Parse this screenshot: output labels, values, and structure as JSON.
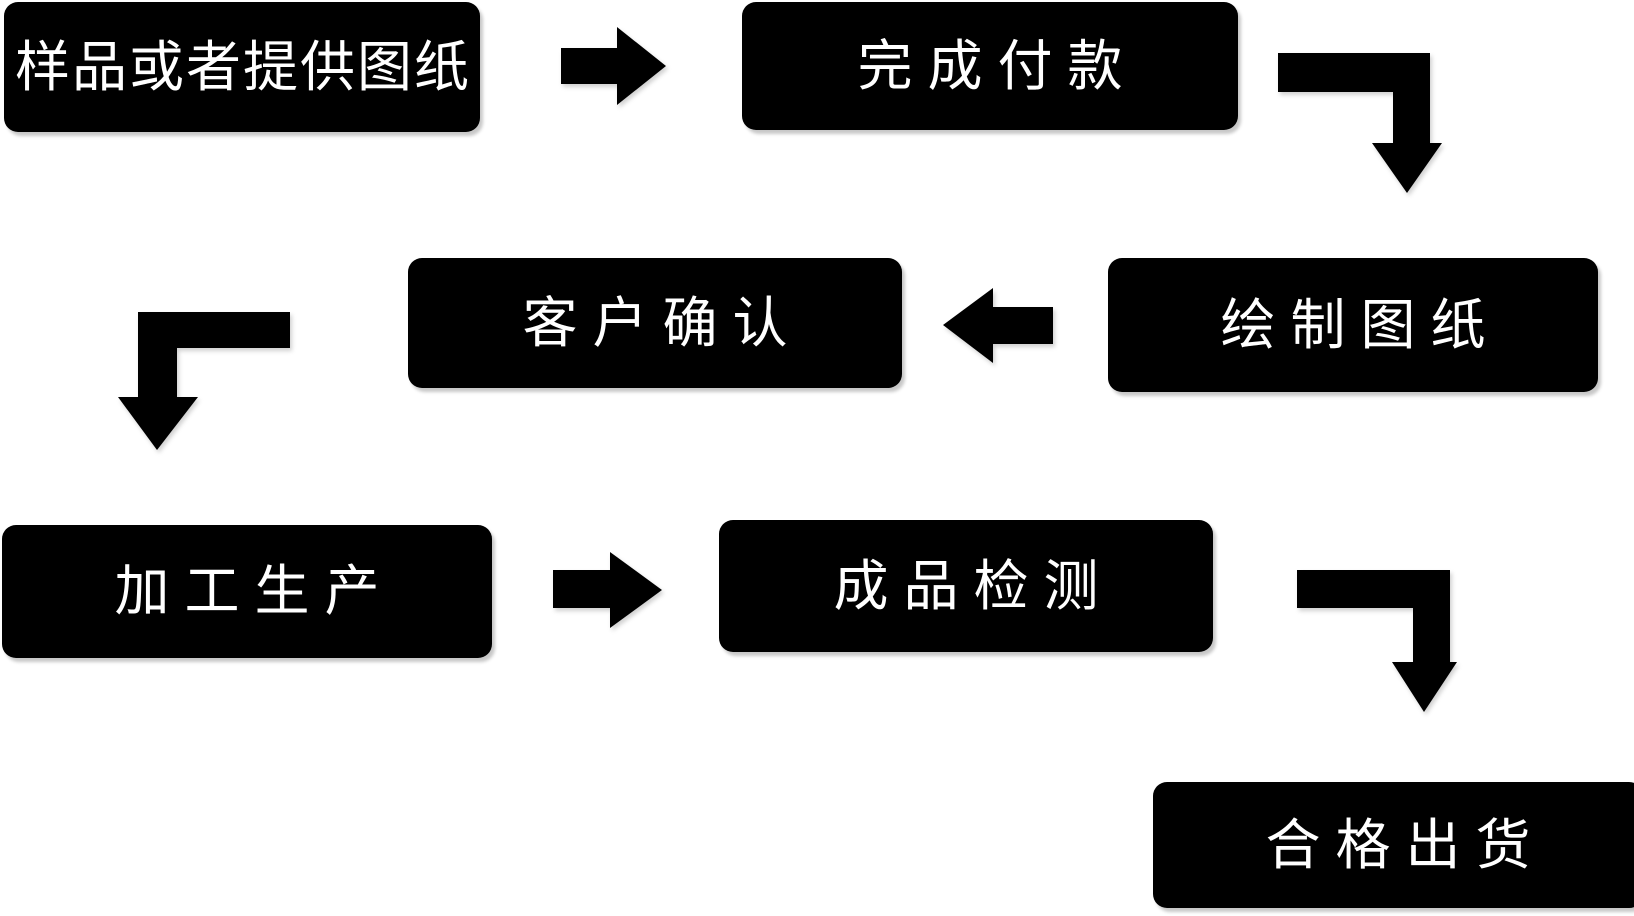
{
  "flowchart": {
    "type": "flowchart",
    "colors": {
      "background": "#ffffff",
      "node_fill": "#000000",
      "node_text": "#ffffff",
      "arrow": "#000000"
    },
    "nodes": [
      {
        "id": "sample-or-drawings",
        "label": "样品或者提供图纸"
      },
      {
        "id": "complete-payment",
        "label": "完成付款"
      },
      {
        "id": "customer-confirm",
        "label": "客户确认"
      },
      {
        "id": "draw-drawings",
        "label": "绘制图纸"
      },
      {
        "id": "processing-production",
        "label": "加工生产"
      },
      {
        "id": "finished-inspection",
        "label": "成品检测"
      },
      {
        "id": "qualified-shipment",
        "label": "合格出货"
      }
    ],
    "connectors": [
      {
        "from": "样品或者提供图纸",
        "to": "完成付款",
        "icon": "arrow-right"
      },
      {
        "from": "完成付款",
        "to": "绘制图纸",
        "icon": "elbow-arrow-right-down"
      },
      {
        "from": "绘制图纸",
        "to": "客户确认",
        "icon": "arrow-left"
      },
      {
        "from": "客户确认",
        "to": "加工生产",
        "icon": "elbow-arrow-left-down"
      },
      {
        "from": "加工生产",
        "to": "成品检测",
        "icon": "arrow-right"
      },
      {
        "from": "成品检测",
        "to": "合格出货",
        "icon": "elbow-arrow-right-down"
      }
    ]
  }
}
